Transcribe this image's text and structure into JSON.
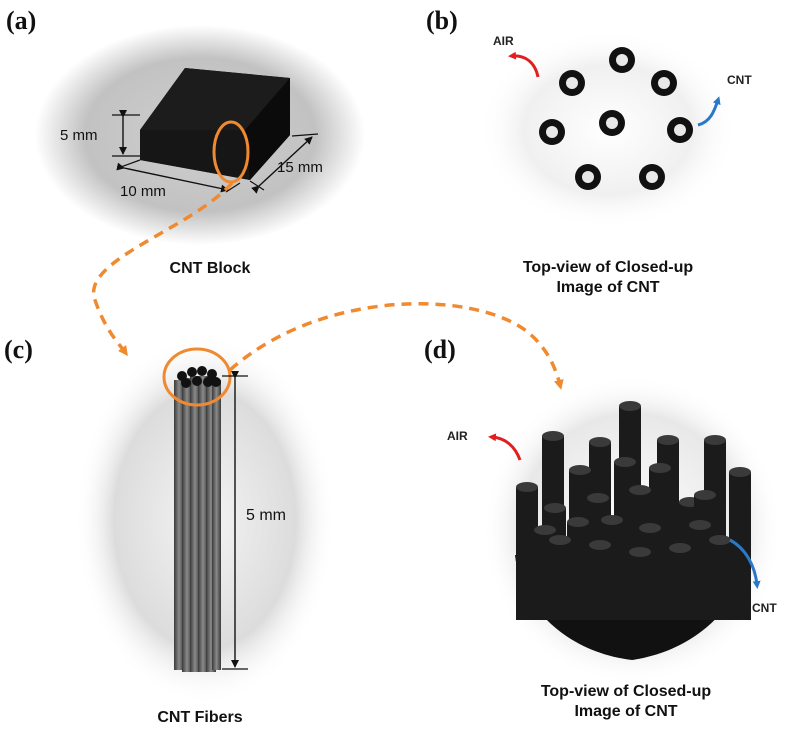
{
  "panels": {
    "a": {
      "label": "(a)",
      "caption": "CNT Block",
      "dims": {
        "height": "5 mm",
        "width": "10 mm",
        "depth": "15 mm"
      }
    },
    "b": {
      "label": "(b)",
      "caption_line1": "Top-view of Closed-up",
      "caption_line2": "Image of CNT",
      "air_label": "AIR",
      "cnt_label": "CNT"
    },
    "c": {
      "label": "(c)",
      "caption": "CNT Fibers",
      "length": "5 mm"
    },
    "d": {
      "label": "(d)",
      "caption_line1": "Top-view of Closed-up",
      "caption_line2": "Image of CNT",
      "air_label": "AIR",
      "cnt_label": "CNT"
    }
  },
  "colors": {
    "highlight": "#f08a30",
    "air_arrow": "#e02020",
    "cnt_arrow": "#2a78c8",
    "cnt_fill": "#1a1a1a",
    "ellipse_bg": "#d8d8d8"
  }
}
